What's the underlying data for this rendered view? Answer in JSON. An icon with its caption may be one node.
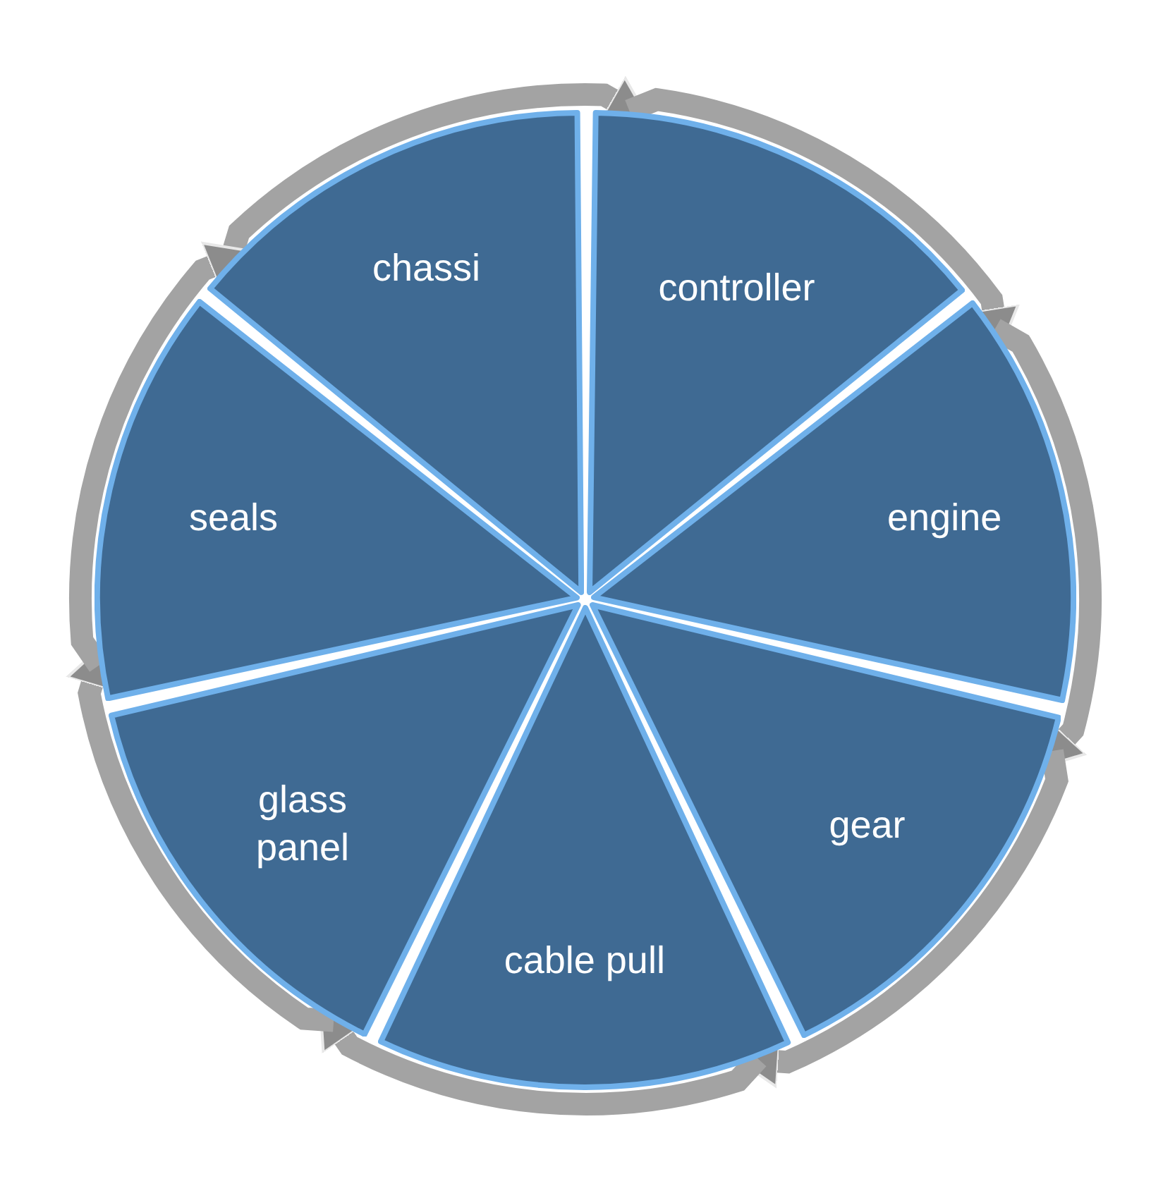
{
  "diagram": {
    "nodes": [
      {
        "text": [
          "chassi"
        ]
      },
      {
        "text": [
          "controller"
        ]
      },
      {
        "text": [
          "engine"
        ]
      },
      {
        "text": [
          "gear"
        ]
      },
      {
        "text": [
          "cable pull"
        ]
      },
      {
        "text": [
          "glass panel"
        ]
      },
      {
        "text": [
          "seals"
        ]
      }
    ],
    "edges": [
      {
        "from": 0,
        "to": 1,
        "arrow": "to"
      },
      {
        "from": 1,
        "to": 2,
        "arrow": "to"
      },
      {
        "from": 2,
        "to": 3,
        "arrow": "to"
      },
      {
        "from": 3,
        "to": 4,
        "arrow": "to"
      },
      {
        "from": 4,
        "to": 5,
        "arrow": "to"
      },
      {
        "from": 5,
        "to": 6,
        "arrow": "to"
      },
      {
        "from": 6,
        "to": 0,
        "arrow": "to"
      }
    ]
  }
}
